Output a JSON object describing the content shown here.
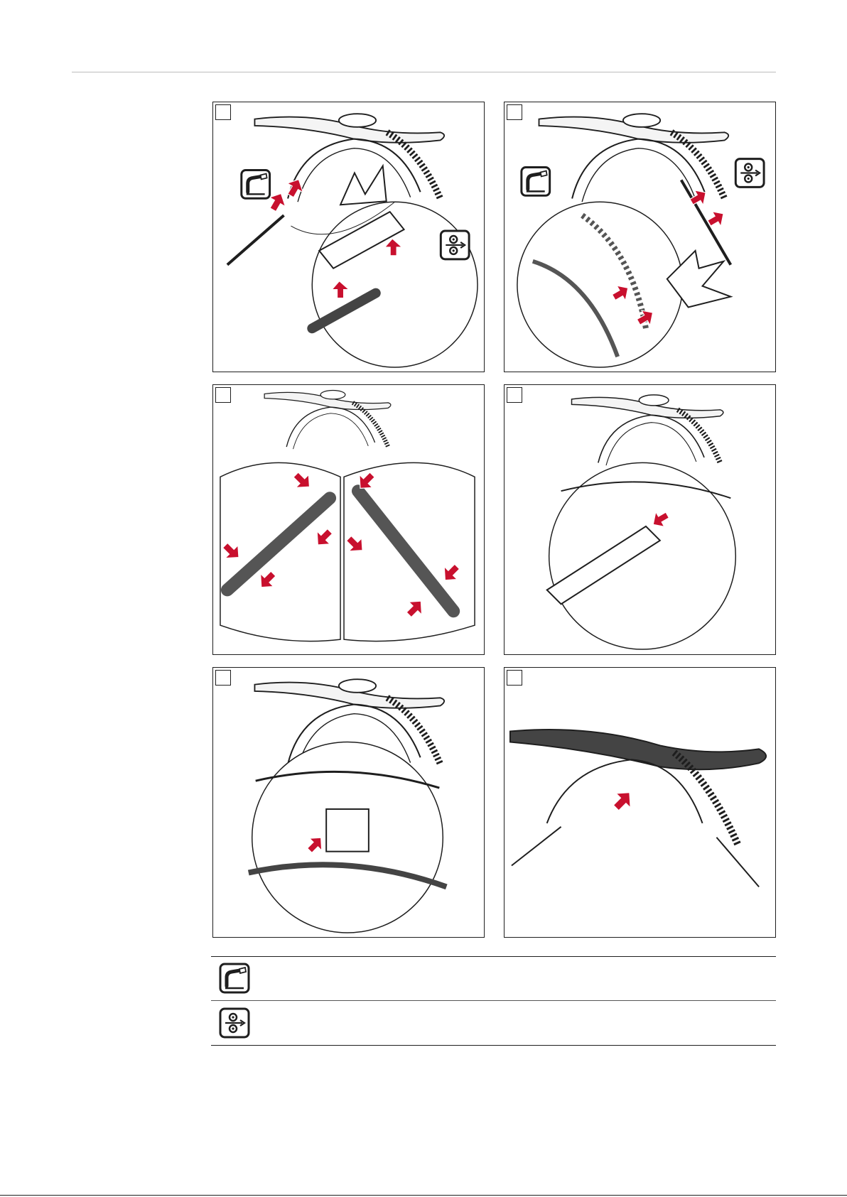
{
  "figure": {
    "panels": [
      {
        "id": "step-1",
        "step_label": "",
        "icons": [
          "torch-icon",
          "wire-feeder-icon"
        ]
      },
      {
        "id": "step-2",
        "step_label": "",
        "icons": [
          "torch-icon",
          "wire-feeder-icon"
        ]
      },
      {
        "id": "step-3",
        "step_label": "",
        "icons": []
      },
      {
        "id": "step-4",
        "step_label": "",
        "icons": []
      },
      {
        "id": "step-5",
        "step_label": "",
        "icons": []
      },
      {
        "id": "step-6",
        "step_label": "",
        "icons": []
      }
    ],
    "arrow_color": "#c8102e",
    "line_color": "#1e1e1e"
  },
  "legend": [
    {
      "icon": "torch-icon",
      "text": ""
    },
    {
      "icon": "wire-feeder-icon",
      "text": ""
    }
  ]
}
